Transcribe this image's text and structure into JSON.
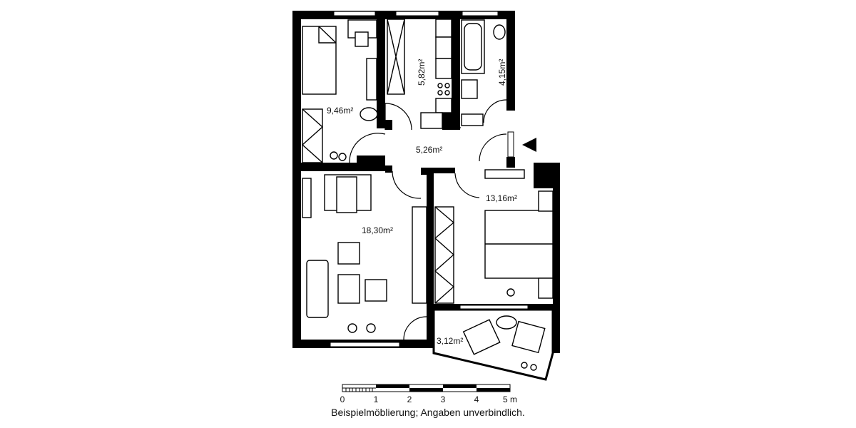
{
  "rooms": [
    {
      "id": "bedroom-small",
      "area": "9,46m²"
    },
    {
      "id": "kitchen",
      "area": "5,82m²"
    },
    {
      "id": "bathroom",
      "area": "4,15m²"
    },
    {
      "id": "hallway",
      "area": "5,26m²"
    },
    {
      "id": "bedroom",
      "area": "13,16m²"
    },
    {
      "id": "living-room",
      "area": "18,30m²"
    },
    {
      "id": "balcony",
      "area": "3,12m²"
    }
  ],
  "scale": {
    "ticks": [
      "0",
      "1",
      "2",
      "3",
      "4",
      "5 m"
    ]
  },
  "caption": "Beispielmöblierung; Angaben unverbindlich.",
  "icons": {
    "entrance": "entrance-arrow-icon"
  }
}
